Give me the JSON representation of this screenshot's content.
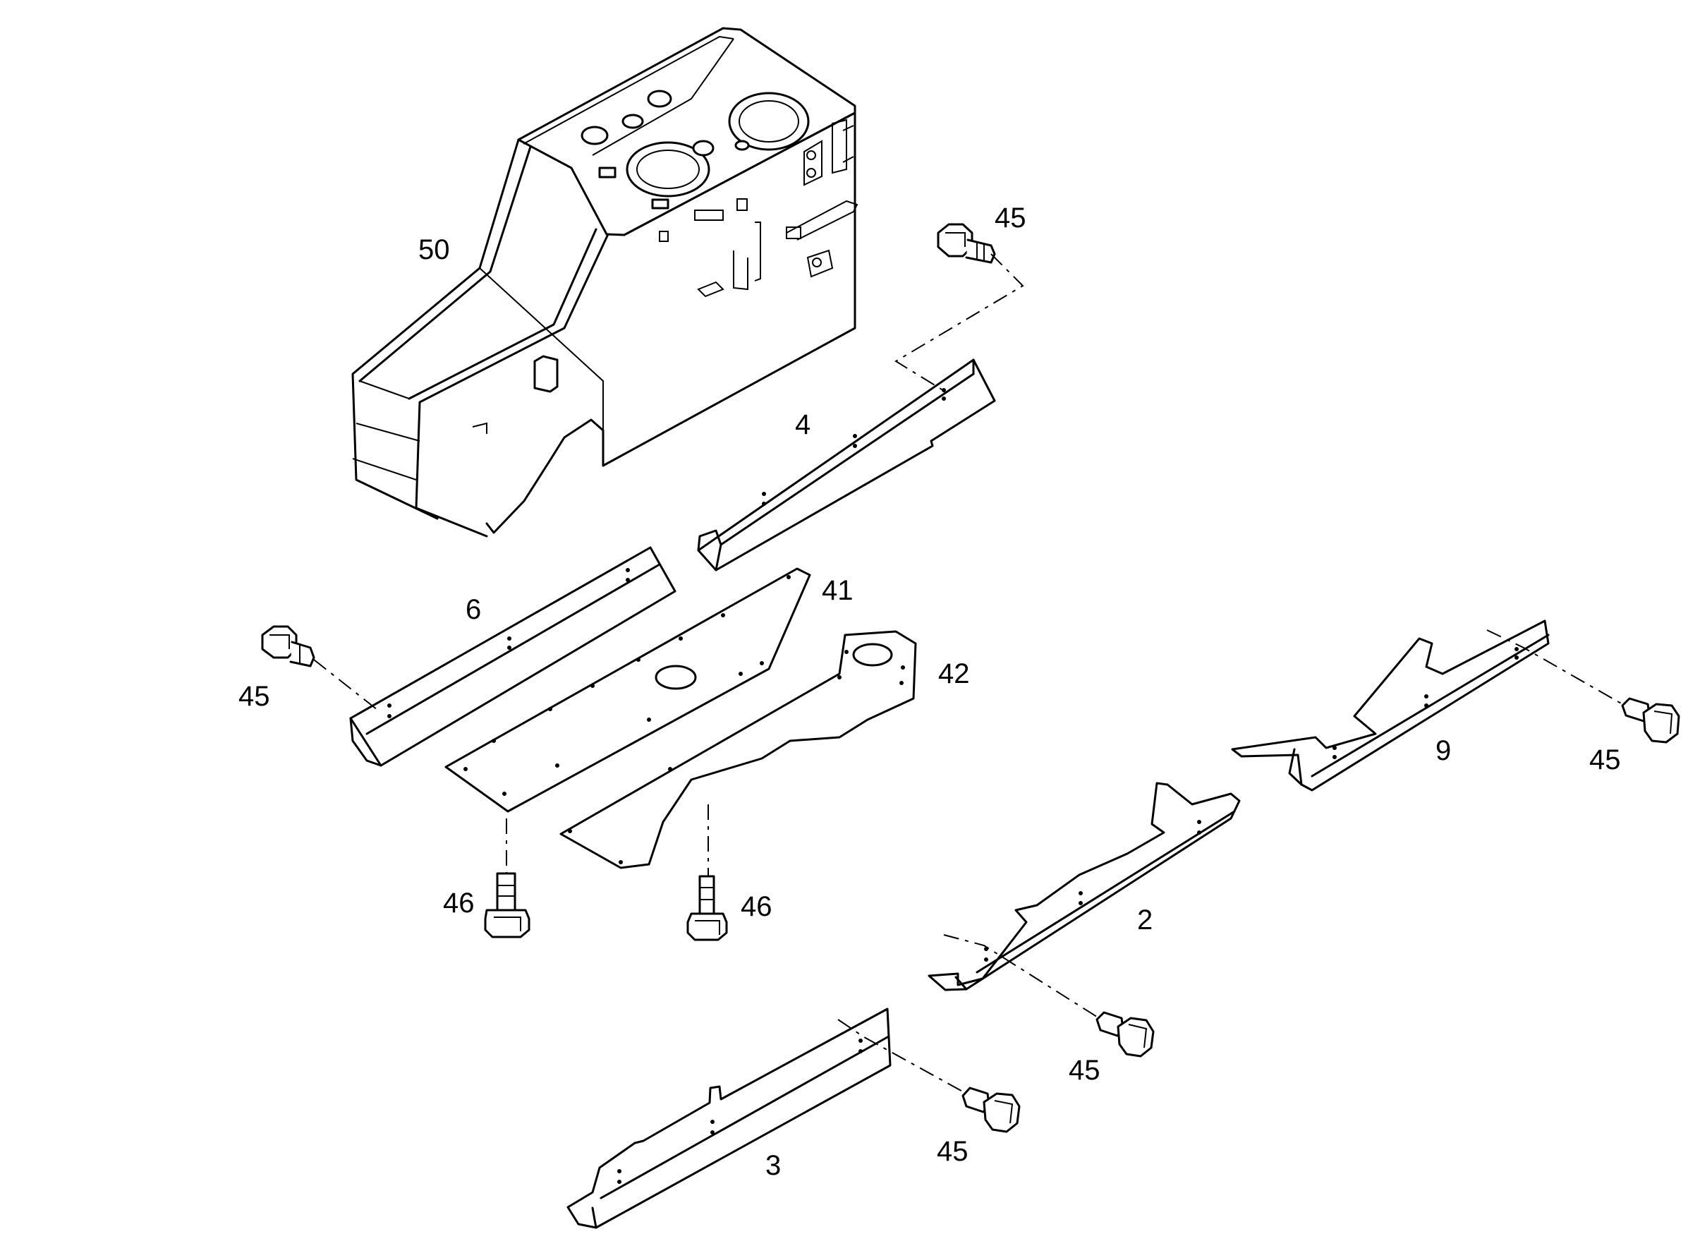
{
  "callouts": {
    "frame": "50",
    "p4": "4",
    "p6": "6",
    "p41": "41",
    "p42": "42",
    "p9": "9",
    "p2": "2",
    "p3": "3",
    "b45_top": "45",
    "b45_left": "45",
    "b45_right": "45",
    "b45_mid": "45",
    "b45_bottom": "45",
    "b46_left": "46",
    "b46_right": "46"
  }
}
